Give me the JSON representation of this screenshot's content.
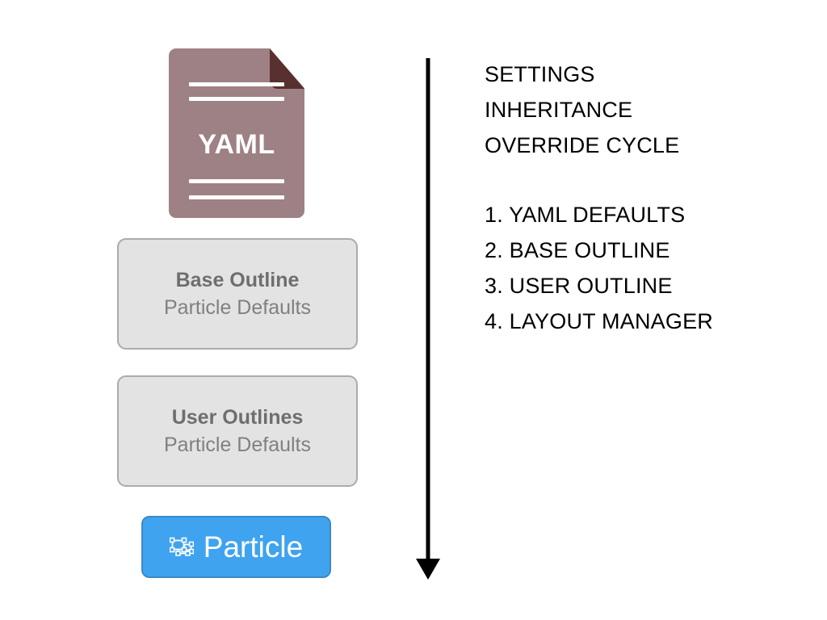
{
  "diagram": {
    "yaml_doc": {
      "label": "YAML",
      "icon": "yaml-file-icon",
      "fill_color": "#9E8184",
      "fold_color": "#58302F",
      "line_count": 4
    },
    "cards": [
      {
        "title": "Base Outline",
        "subtitle": "Particle Defaults",
        "fill_color": "#E3E3E3",
        "border_color": "#ABABAB"
      },
      {
        "title": "User Outlines",
        "subtitle": "Particle Defaults",
        "fill_color": "#E3E3E3",
        "border_color": "#ABABAB"
      }
    ],
    "particle_button": {
      "label": "Particle",
      "icon": "particle-nodes-icon",
      "fill_color": "#3FA3EF",
      "border_color": "#3C89C4",
      "text_color": "#FFFFFF"
    },
    "arrow": {
      "icon": "down-arrow-icon",
      "direction": "down",
      "color": "#000000"
    },
    "legend": {
      "heading_lines": [
        "SETTINGS",
        "INHERITANCE",
        "OVERRIDE CYCLE"
      ],
      "steps": [
        "1. YAML DEFAULTS",
        "2. BASE OUTLINE",
        "3. USER OUTLINE",
        "4. LAYOUT MANAGER"
      ]
    }
  }
}
